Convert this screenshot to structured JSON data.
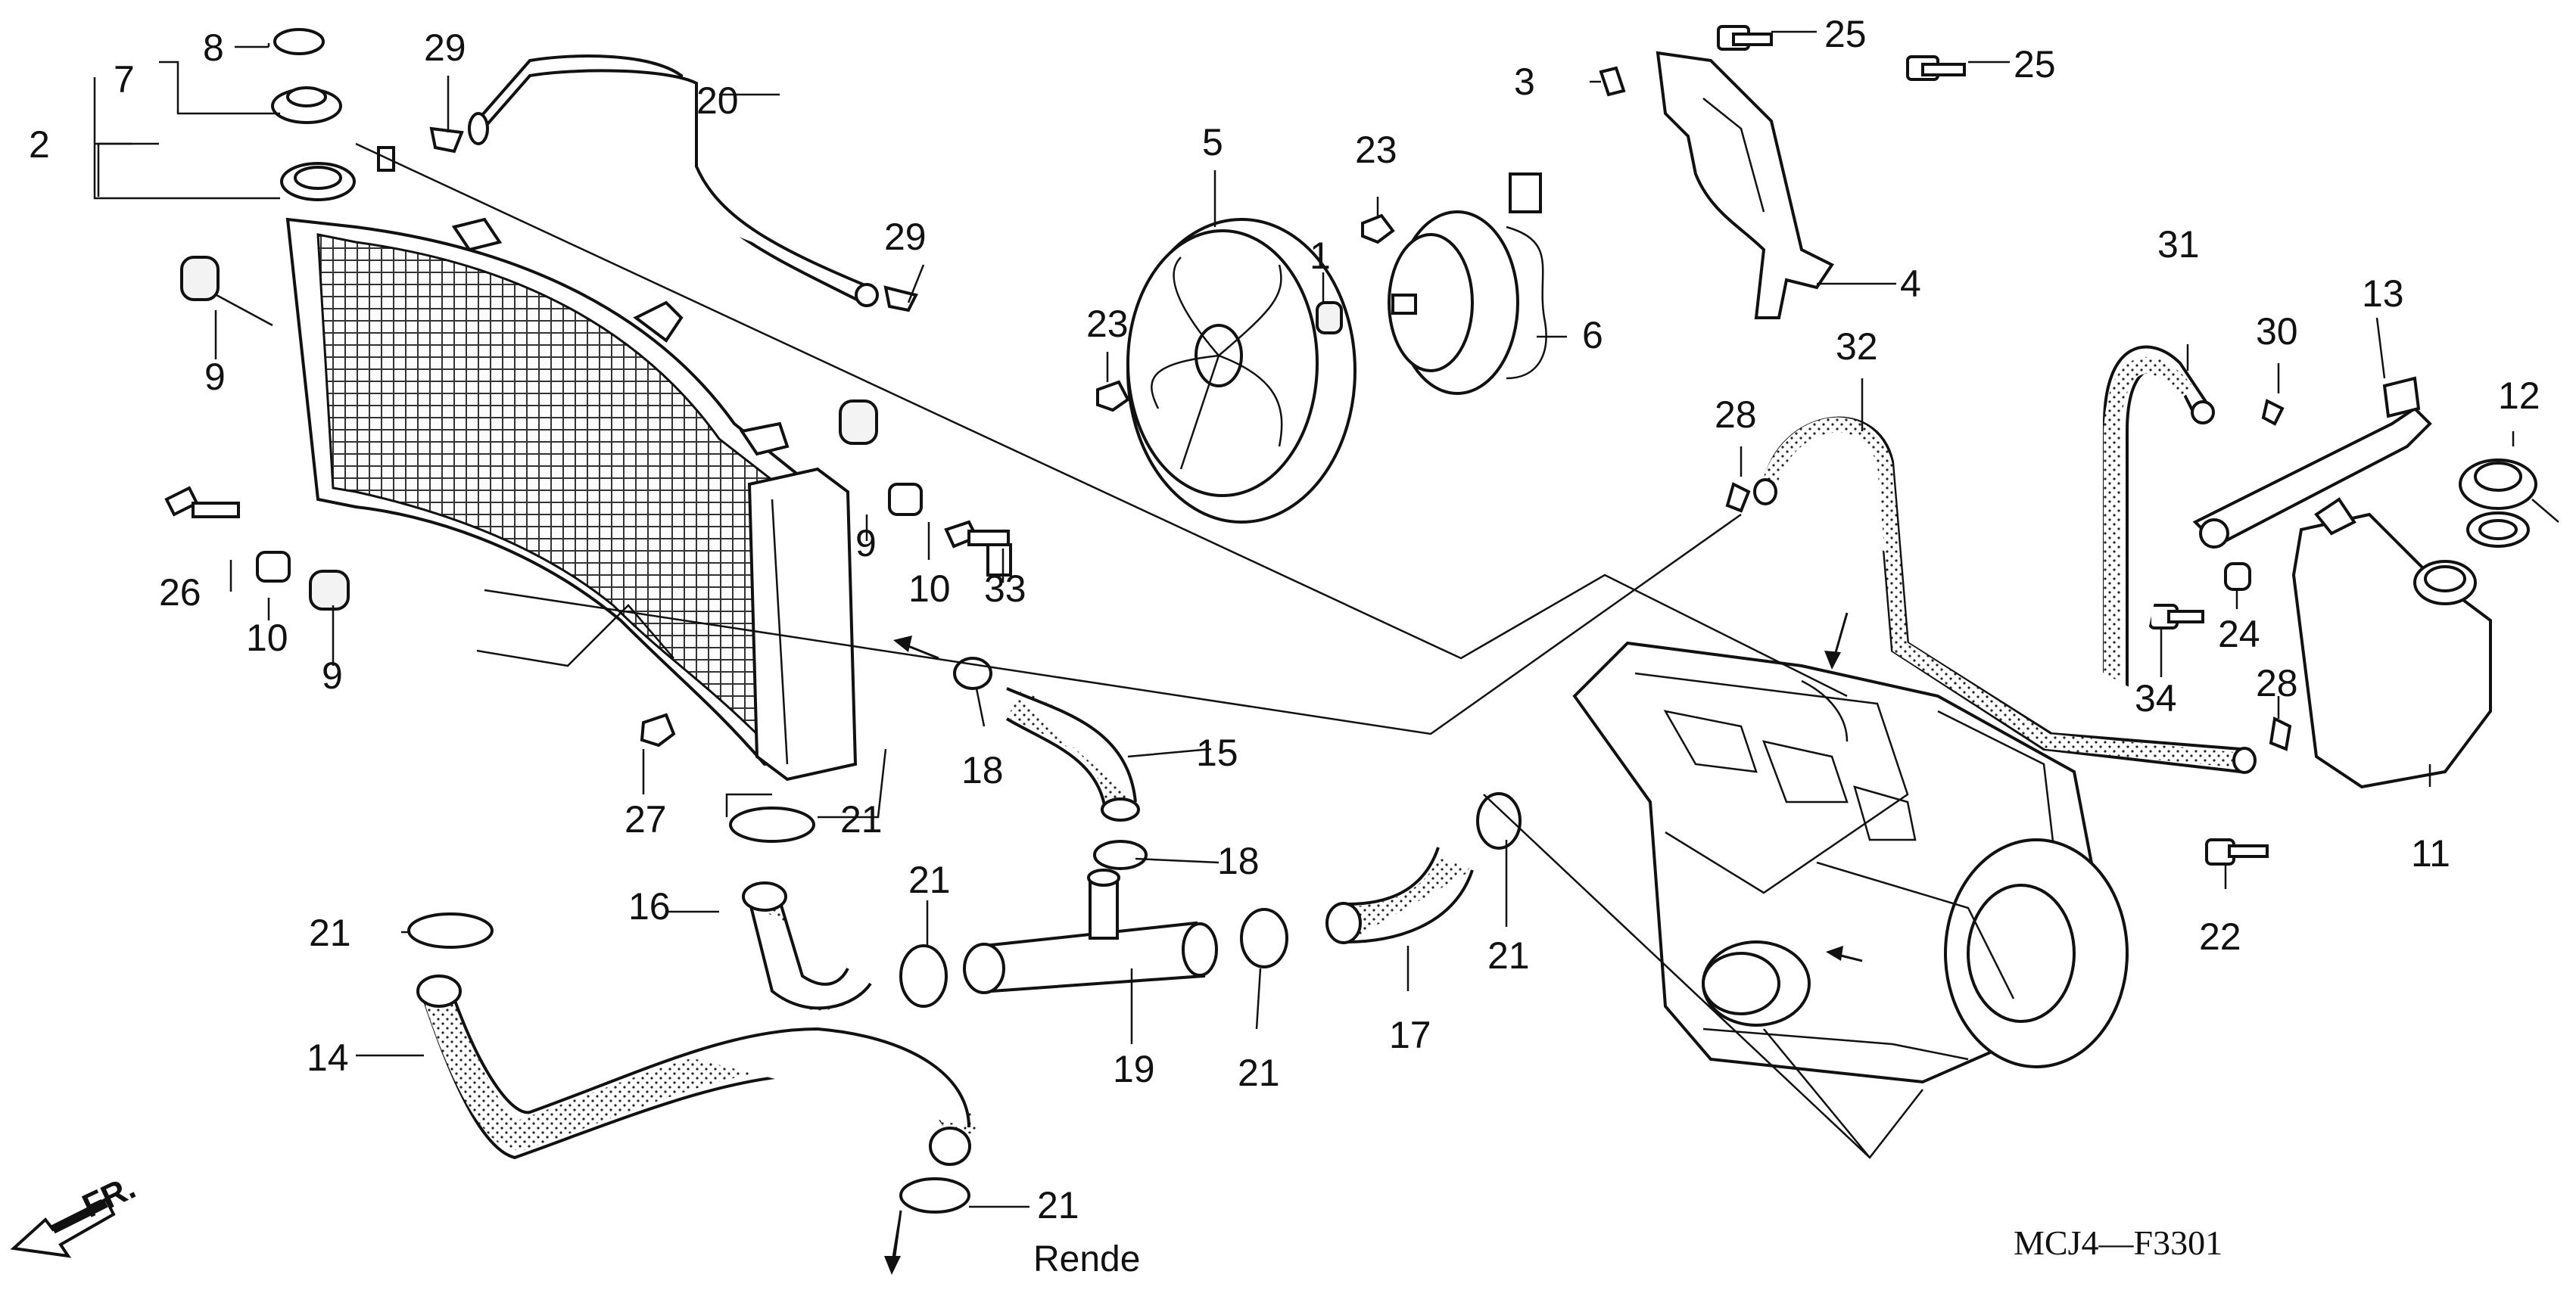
{
  "diagram": {
    "code": "MCJ4—F3301",
    "front_label": "FR.",
    "footer_fragment": "Rende",
    "callouts": {
      "c1": "1",
      "c2": "2",
      "c3": "3",
      "c4": "4",
      "c5": "5",
      "c6": "6",
      "c7": "7",
      "c8": "8",
      "c9a": "9",
      "c9b": "9",
      "c9c": "9",
      "c10a": "10",
      "c10b": "10",
      "c11": "11",
      "c12": "12",
      "c13": "13",
      "c14": "14",
      "c15": "15",
      "c16": "16",
      "c17": "17",
      "c18a": "18",
      "c18b": "18",
      "c19": "19",
      "c20": "20",
      "c21a": "21",
      "c21b": "21",
      "c21c": "21",
      "c21d": "21",
      "c21e": "21",
      "c21f": "21",
      "c22": "22",
      "c23a": "23",
      "c23b": "23",
      "c24": "24",
      "c25a": "25",
      "c25b": "25",
      "c26": "26",
      "c27": "27",
      "c28a": "28",
      "c28b": "28",
      "c29a": "29",
      "c29b": "29",
      "c30": "30",
      "c31": "31",
      "c32": "32",
      "c33": "33",
      "c34": "34"
    }
  }
}
